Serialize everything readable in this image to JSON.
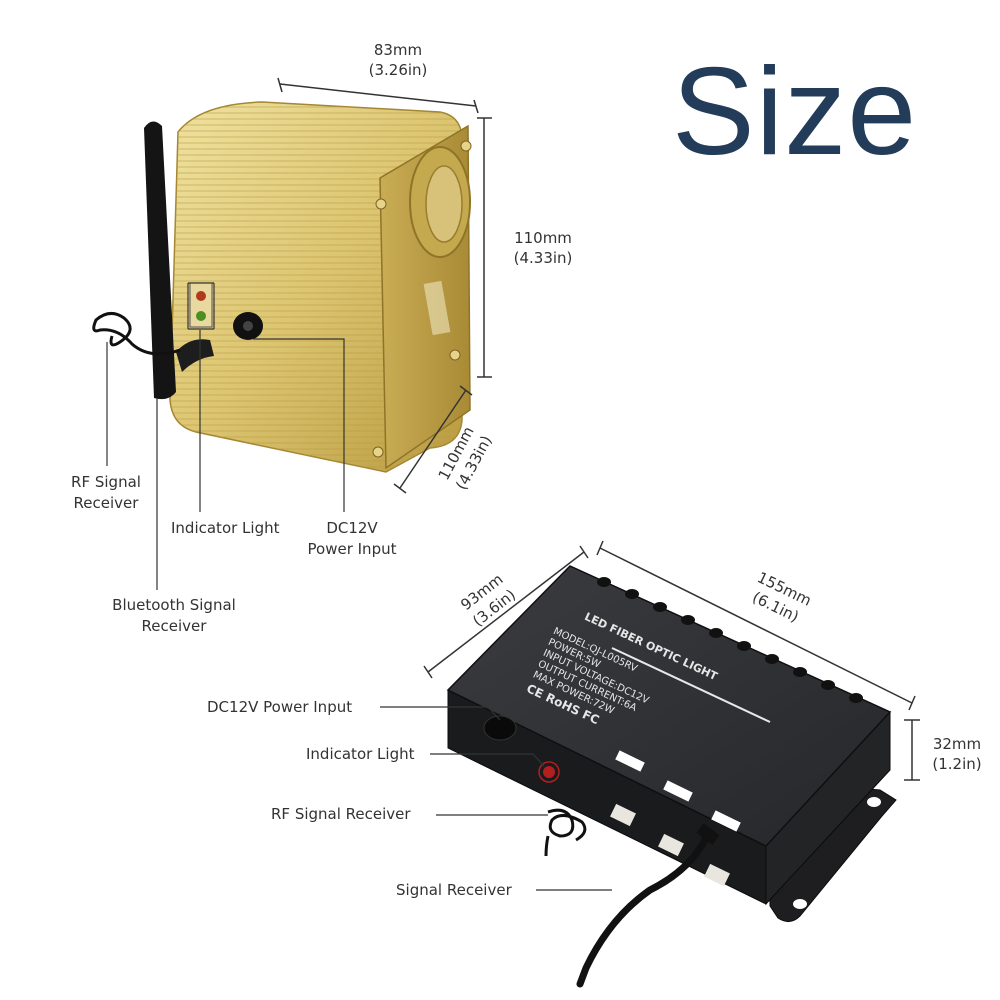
{
  "title": "Size",
  "projector": {
    "dimensions": {
      "width": {
        "metric": "83mm",
        "imperial": "(3.26in)"
      },
      "height": {
        "metric": "110mm",
        "imperial": "(4.33in)"
      },
      "depth": {
        "metric": "110mm",
        "imperial": "(4.33in)"
      }
    },
    "callouts": {
      "rf_receiver": {
        "line1": "RF Signal",
        "line2": "Receiver"
      },
      "indicator": "Indicator Light",
      "power": {
        "line1": "DC12V",
        "line2": "Power Input"
      },
      "bluetooth": {
        "line1": "Bluetooth Signal",
        "line2": "Receiver"
      }
    }
  },
  "controller": {
    "dimensions": {
      "depth": {
        "metric": "93mm",
        "imperial": "(3.6in)"
      },
      "length": {
        "metric": "155mm",
        "imperial": "(6.1in)"
      },
      "height": {
        "metric": "32mm",
        "imperial": "(1.2in)"
      }
    },
    "label": {
      "heading": "LED FIBER OPTIC LIGHT",
      "lines": [
        "MODEL:QJ-L005RV",
        "POWER:5W",
        "INPUT VOLTAGE:DC12V",
        "OUTPUT CURRENT:6A",
        "MAX POWER:72W"
      ],
      "marks": "CE RoHS FC"
    },
    "callouts": {
      "power": "DC12V Power Input",
      "indicator": "Indicator Light",
      "rf_receiver": "RF Signal Receiver",
      "signal_receiver": "Signal Receiver"
    }
  },
  "colors": {
    "title": "#233c5a",
    "housing_gold": "#d9c36a",
    "controller_body": "#2b2d30"
  }
}
